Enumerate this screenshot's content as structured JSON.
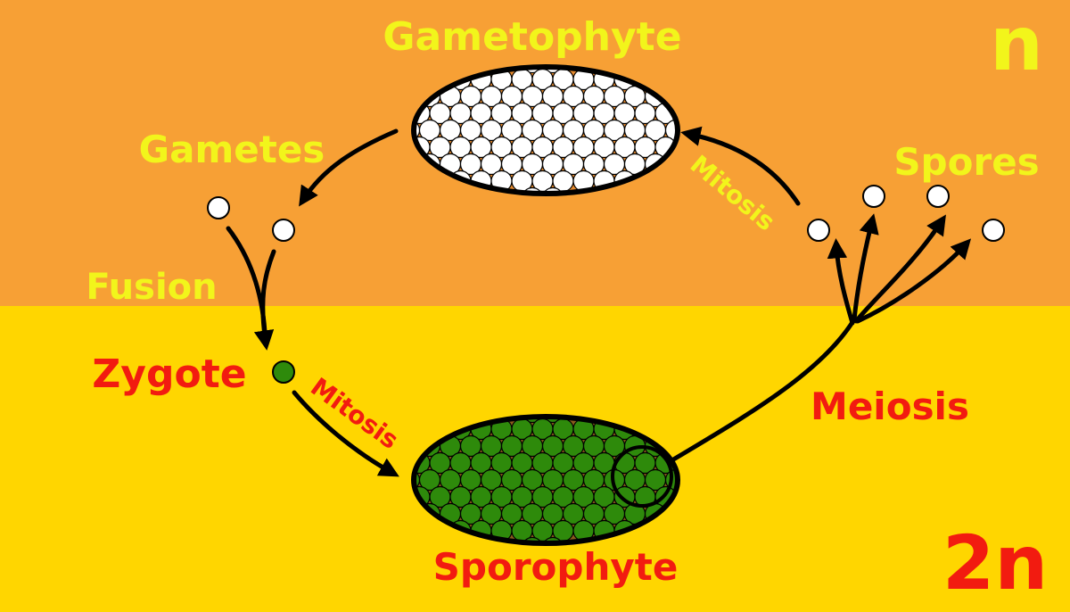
{
  "colors": {
    "haploid_bg": "#F7A035",
    "diploid_bg": "#FFD600",
    "label_yellow": "#F2F51B",
    "label_red": "#F21B10",
    "cell_white": "#FFFFFF",
    "cell_green": "#2E8A0B",
    "gameto_fill": "#E58A2E",
    "sporo_fill": "#8A5A1C",
    "stroke": "#000000"
  },
  "regions": {
    "haploid": {
      "label": "n"
    },
    "diploid": {
      "label": "2n"
    }
  },
  "nodes": {
    "gametophyte": {
      "label": "Gametophyte"
    },
    "gametes": {
      "label": "Gametes"
    },
    "fusion": {
      "label": "Fusion"
    },
    "zygote": {
      "label": "Zygote"
    },
    "sporophyte": {
      "label": "Sporophyte"
    },
    "spores": {
      "label": "Spores"
    }
  },
  "edges": {
    "mitosis_zygote": {
      "label": "Mitosis"
    },
    "meiosis": {
      "label": "Meiosis"
    },
    "mitosis_spore": {
      "label": "Mitosis"
    }
  }
}
